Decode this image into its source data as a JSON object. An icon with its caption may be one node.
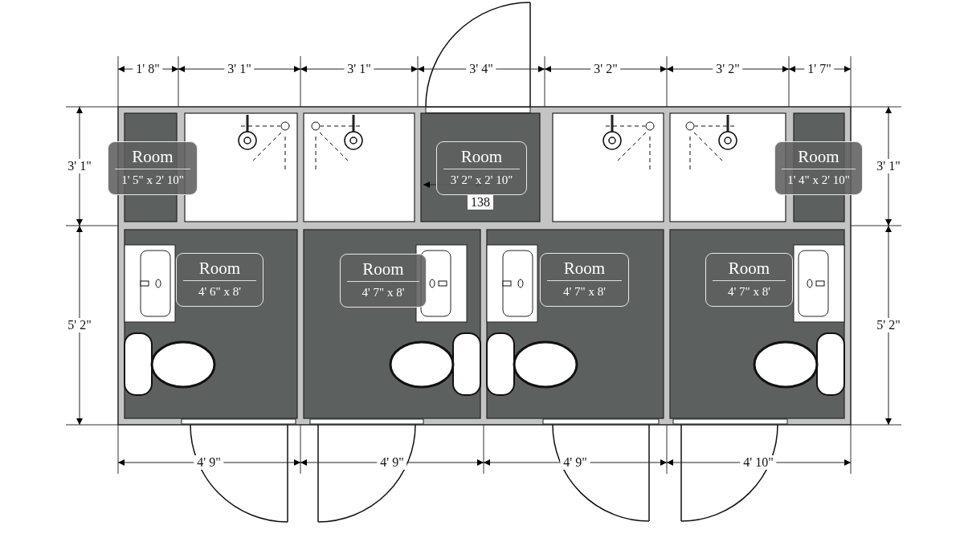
{
  "diagram": {
    "nodes": [
      {
        "text": [
          "Room",
          "1' 5\" x 2' 10\""
        ]
      },
      {
        "text": [
          "Room",
          "3' 2\" x 2' 10\""
        ]
      },
      {
        "text": [
          "Room",
          "1' 4\" x 2' 10\""
        ]
      },
      {
        "text": [
          "Room",
          "4' 6\" x 8'"
        ]
      },
      {
        "text": [
          "Room",
          "4' 7\" x 8'"
        ]
      },
      {
        "text": [
          "Room",
          "4' 7\" x 8'"
        ]
      },
      {
        "text": [
          "Room",
          "4' 7\" x 8'"
        ]
      }
    ],
    "labels": [
      "1' 8\"",
      "3' 1\"",
      "3' 1\"",
      "3' 4\"",
      "3' 2\"",
      "3' 2\"",
      "1' 7\"",
      "3' 1\"",
      "3' 1\"",
      "138",
      "5' 2\"",
      "5' 2\"",
      "4' 9\"",
      "4' 9\"",
      "4' 9\"",
      "4' 10\""
    ]
  }
}
